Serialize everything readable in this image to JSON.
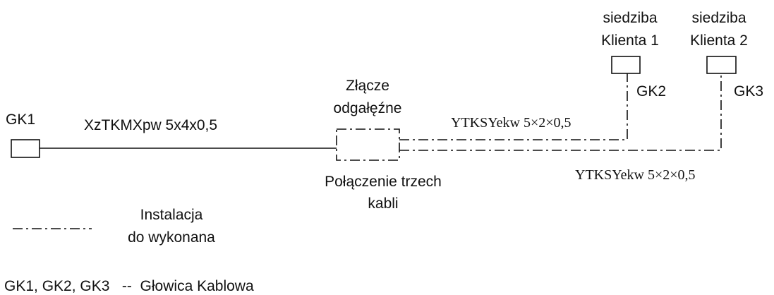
{
  "diagram": {
    "labels": {
      "gk1": "GK1",
      "gk2": "GK2",
      "gk3": "GK3",
      "main_cable": "XzTKMXpw  5x4x0,5",
      "junction_title_line1": "Złącze",
      "junction_title_line2": "odgałęźne",
      "junction_note_line1": "Połączenie trzech",
      "junction_note_line2": "kabli",
      "branch_cable_1": "YTKSYekw 5×2×0,5",
      "branch_cable_2": "YTKSYekw 5×2×0,5",
      "client1_line1": "siedziba",
      "client1_line2": "Klienta 1",
      "client2_line1": "siedziba",
      "client2_line2": "Klienta 2"
    },
    "legend": {
      "installation_line1": "Instalacja",
      "installation_line2": "do wykonana",
      "footnote": "GK1, GK2, GK3   --  Głowica Kablowa"
    }
  }
}
